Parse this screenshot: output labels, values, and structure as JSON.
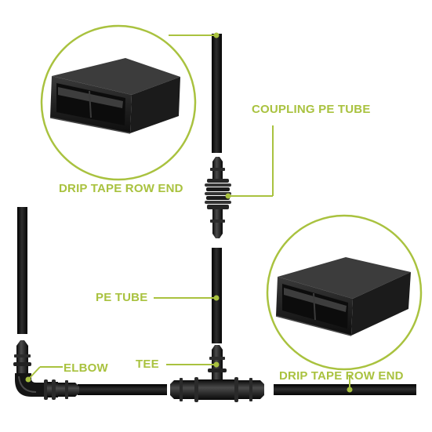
{
  "labels": {
    "coupling": "COUPLING PE TUBE",
    "drip_tape_end_top": "DRIP TAPE ROW END",
    "pe_tube": "PE TUBE",
    "elbow": "ELBOW",
    "tee": "TEE",
    "drip_tape_end_bottom": "DRIP TAPE ROW END"
  },
  "colors": {
    "accent": "#a9c23f",
    "part": "#1b1b1b",
    "tube": "#0f0f0f",
    "background": "#ffffff"
  },
  "icons": [
    "drip-tape-end-cap-icon",
    "coupling-fitting-icon",
    "elbow-fitting-icon",
    "tee-fitting-icon"
  ]
}
